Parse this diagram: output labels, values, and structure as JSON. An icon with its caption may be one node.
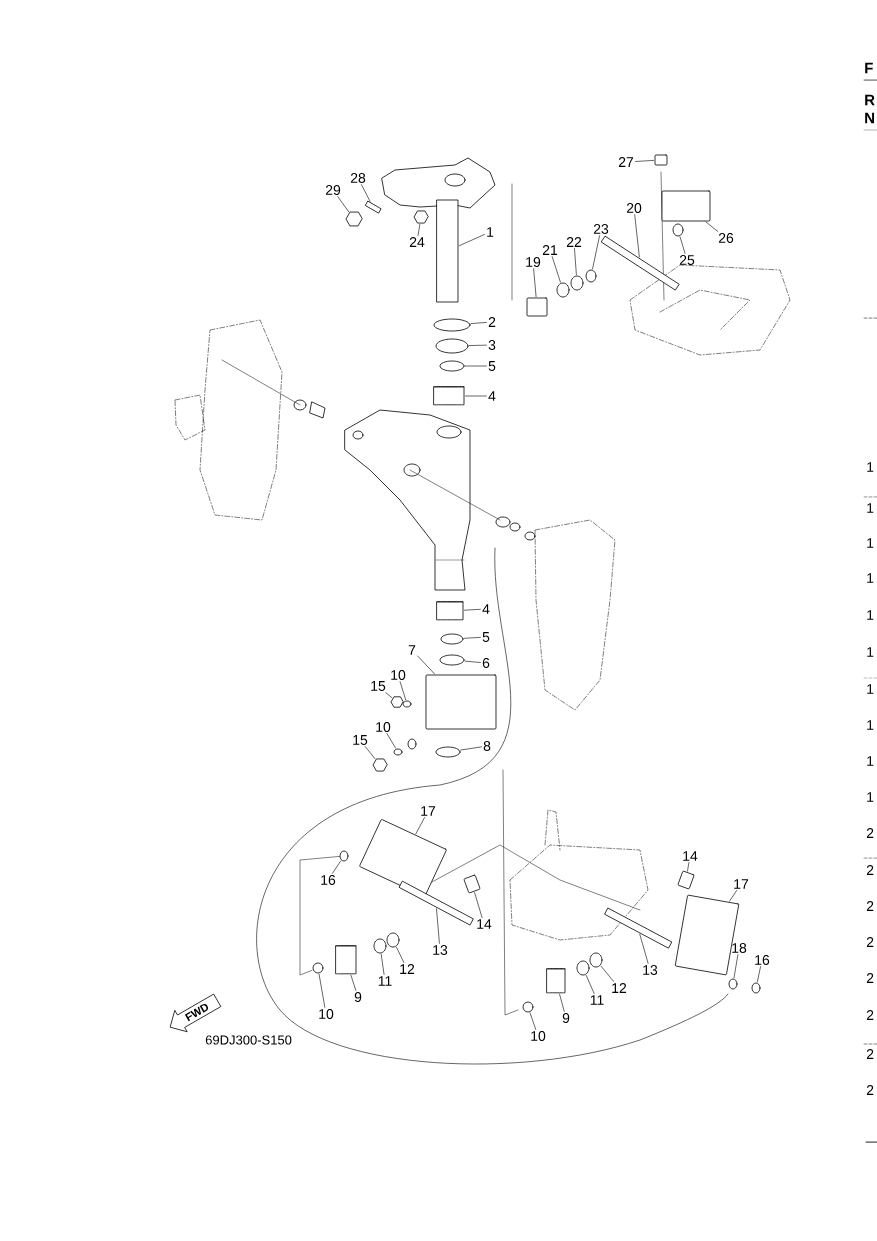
{
  "diagram": {
    "nodes": [
      {
        "text": [
          "27"
        ]
      },
      {
        "text": [
          "28"
        ]
      },
      {
        "text": [
          "29"
        ]
      },
      {
        "text": [
          "20"
        ]
      },
      {
        "text": [
          "1"
        ]
      },
      {
        "text": [
          "23"
        ]
      },
      {
        "text": [
          "26"
        ]
      },
      {
        "text": [
          "22"
        ]
      },
      {
        "text": [
          "24"
        ]
      },
      {
        "text": [
          "21"
        ]
      },
      {
        "text": [
          "25"
        ]
      },
      {
        "text": [
          "19"
        ]
      },
      {
        "text": [
          "2"
        ]
      },
      {
        "text": [
          "3"
        ]
      },
      {
        "text": [
          "5"
        ]
      },
      {
        "text": [
          "4"
        ]
      },
      {
        "text": [
          "4"
        ]
      },
      {
        "text": [
          "5"
        ]
      },
      {
        "text": [
          "7"
        ]
      },
      {
        "text": [
          "6"
        ]
      },
      {
        "text": [
          "10"
        ]
      },
      {
        "text": [
          "15"
        ]
      },
      {
        "text": [
          "10"
        ]
      },
      {
        "text": [
          "15"
        ]
      },
      {
        "text": [
          "8"
        ]
      },
      {
        "text": [
          "17"
        ]
      },
      {
        "text": [
          "14"
        ]
      },
      {
        "text": [
          "16"
        ]
      },
      {
        "text": [
          "17"
        ]
      },
      {
        "text": [
          "14"
        ]
      },
      {
        "text": [
          "18"
        ]
      },
      {
        "text": [
          "13"
        ]
      },
      {
        "text": [
          "16"
        ]
      },
      {
        "text": [
          "12"
        ]
      },
      {
        "text": [
          "13"
        ]
      },
      {
        "text": [
          "11"
        ]
      },
      {
        "text": [
          "12"
        ]
      },
      {
        "text": [
          "9"
        ]
      },
      {
        "text": [
          "11"
        ]
      },
      {
        "text": [
          "10"
        ]
      },
      {
        "text": [
          "9"
        ]
      },
      {
        "text": [
          "10"
        ]
      },
      {
        "text": [
          "FWD"
        ]
      },
      {
        "text": [],
        "shape": "box"
      },
      {
        "text": [],
        "shape": "bar"
      },
      {
        "text": [],
        "shape": "hexagon"
      },
      {
        "text": [],
        "shape": "bar"
      },
      {
        "text": [],
        "shape": "bar"
      },
      {
        "text": [],
        "shape": "circle"
      },
      {
        "text": [],
        "shape": "box"
      },
      {
        "text": [],
        "shape": "circle"
      },
      {
        "text": [],
        "shape": "hexagon"
      },
      {
        "text": [],
        "shape": "circle"
      },
      {
        "text": [],
        "shape": "circle"
      },
      {
        "text": [],
        "shape": "box"
      },
      {
        "text": [],
        "shape": "circle"
      },
      {
        "text": [],
        "shape": "circle"
      },
      {
        "text": [],
        "shape": "circle"
      },
      {
        "text": [],
        "shape": "cylinder"
      },
      {
        "text": [],
        "shape": "cylinder"
      },
      {
        "text": [],
        "shape": "circle"
      },
      {
        "text": [],
        "shape": "box"
      },
      {
        "text": [],
        "shape": "circle"
      },
      {
        "text": [],
        "shape": "circle"
      },
      {
        "text": [],
        "shape": "hexagon"
      },
      {
        "text": [],
        "shape": "circle"
      },
      {
        "text": [],
        "shape": "hexagon"
      },
      {
        "text": [],
        "shape": "circle"
      },
      {
        "text": [],
        "shape": "box"
      },
      {
        "text": [],
        "shape": "box"
      },
      {
        "text": [],
        "shape": "circle"
      },
      {
        "text": [],
        "shape": "box"
      },
      {
        "text": [],
        "shape": "box"
      },
      {
        "text": [],
        "shape": "circle"
      },
      {
        "text": [],
        "shape": "bar"
      },
      {
        "text": [],
        "shape": "circle"
      },
      {
        "text": [],
        "shape": "circle"
      },
      {
        "text": [],
        "shape": "bar"
      },
      {
        "text": [],
        "shape": "circle"
      },
      {
        "text": [],
        "shape": "circle"
      },
      {
        "text": [],
        "shape": "cylinder"
      },
      {
        "text": [],
        "shape": "circle"
      },
      {
        "text": [],
        "shape": "circle"
      },
      {
        "text": [],
        "shape": "cylinder"
      },
      {
        "text": [],
        "shape": "circle"
      }
    ],
    "edges": [
      {
        "from": 0,
        "to": 43,
        "arrow": "none"
      },
      {
        "from": 1,
        "to": 44,
        "arrow": "none"
      },
      {
        "from": 2,
        "to": 45,
        "arrow": "none"
      },
      {
        "from": 3,
        "to": 46,
        "arrow": "none"
      },
      {
        "from": 4,
        "to": 47,
        "arrow": "none"
      },
      {
        "from": 5,
        "to": 48,
        "arrow": "none"
      },
      {
        "from": 6,
        "to": 49,
        "arrow": "none"
      },
      {
        "from": 7,
        "to": 50,
        "arrow": "none"
      },
      {
        "from": 8,
        "to": 51,
        "arrow": "none"
      },
      {
        "from": 9,
        "to": 52,
        "arrow": "none"
      },
      {
        "from": 10,
        "to": 53,
        "arrow": "none"
      },
      {
        "from": 11,
        "to": 54,
        "arrow": "none"
      },
      {
        "from": 12,
        "to": 55,
        "arrow": "none"
      },
      {
        "from": 13,
        "to": 56,
        "arrow": "none"
      },
      {
        "from": 14,
        "to": 57,
        "arrow": "none"
      },
      {
        "from": 15,
        "to": 58,
        "arrow": "none"
      },
      {
        "from": 16,
        "to": 59,
        "arrow": "none"
      },
      {
        "from": 17,
        "to": 60,
        "arrow": "none"
      },
      {
        "from": 18,
        "to": 61,
        "arrow": "none"
      },
      {
        "from": 19,
        "to": 62,
        "arrow": "none"
      },
      {
        "from": 20,
        "to": 63,
        "arrow": "none"
      },
      {
        "from": 21,
        "to": 64,
        "arrow": "none"
      },
      {
        "from": 22,
        "to": 65,
        "arrow": "none"
      },
      {
        "from": 23,
        "to": 66,
        "arrow": "none"
      },
      {
        "from": 24,
        "to": 67,
        "arrow": "none"
      },
      {
        "from": 25,
        "to": 68,
        "arrow": "none"
      },
      {
        "from": 26,
        "to": 69,
        "arrow": "none"
      },
      {
        "from": 27,
        "to": 70,
        "arrow": "none"
      },
      {
        "from": 28,
        "to": 71,
        "arrow": "none"
      },
      {
        "from": 29,
        "to": 72,
        "arrow": "none"
      },
      {
        "from": 30,
        "to": 73,
        "arrow": "none"
      },
      {
        "from": 31,
        "to": 74,
        "arrow": "none"
      },
      {
        "from": 32,
        "to": 75,
        "arrow": "none"
      },
      {
        "from": 33,
        "to": 76,
        "arrow": "none"
      },
      {
        "from": 34,
        "to": 77,
        "arrow": "none"
      },
      {
        "from": 35,
        "to": 78,
        "arrow": "none"
      },
      {
        "from": 36,
        "to": 79,
        "arrow": "none"
      },
      {
        "from": 37,
        "to": 80,
        "arrow": "none"
      },
      {
        "from": 38,
        "to": 81,
        "arrow": "none"
      },
      {
        "from": 39,
        "to": 82,
        "arrow": "none"
      },
      {
        "from": 40,
        "to": 83,
        "arrow": "none"
      },
      {
        "from": 41,
        "to": 84,
        "arrow": "none"
      },
      {
        "from": 70,
        "to": 82,
        "arrow": "none"
      }
    ],
    "labels": [
      "69DJ300-S150",
      "F",
      "R",
      "N",
      "1",
      "1",
      "1",
      "1",
      "1",
      "1",
      "1",
      "1",
      "1",
      "1",
      "2",
      "2",
      "2",
      "2",
      "2",
      "2",
      "2",
      "2"
    ]
  }
}
